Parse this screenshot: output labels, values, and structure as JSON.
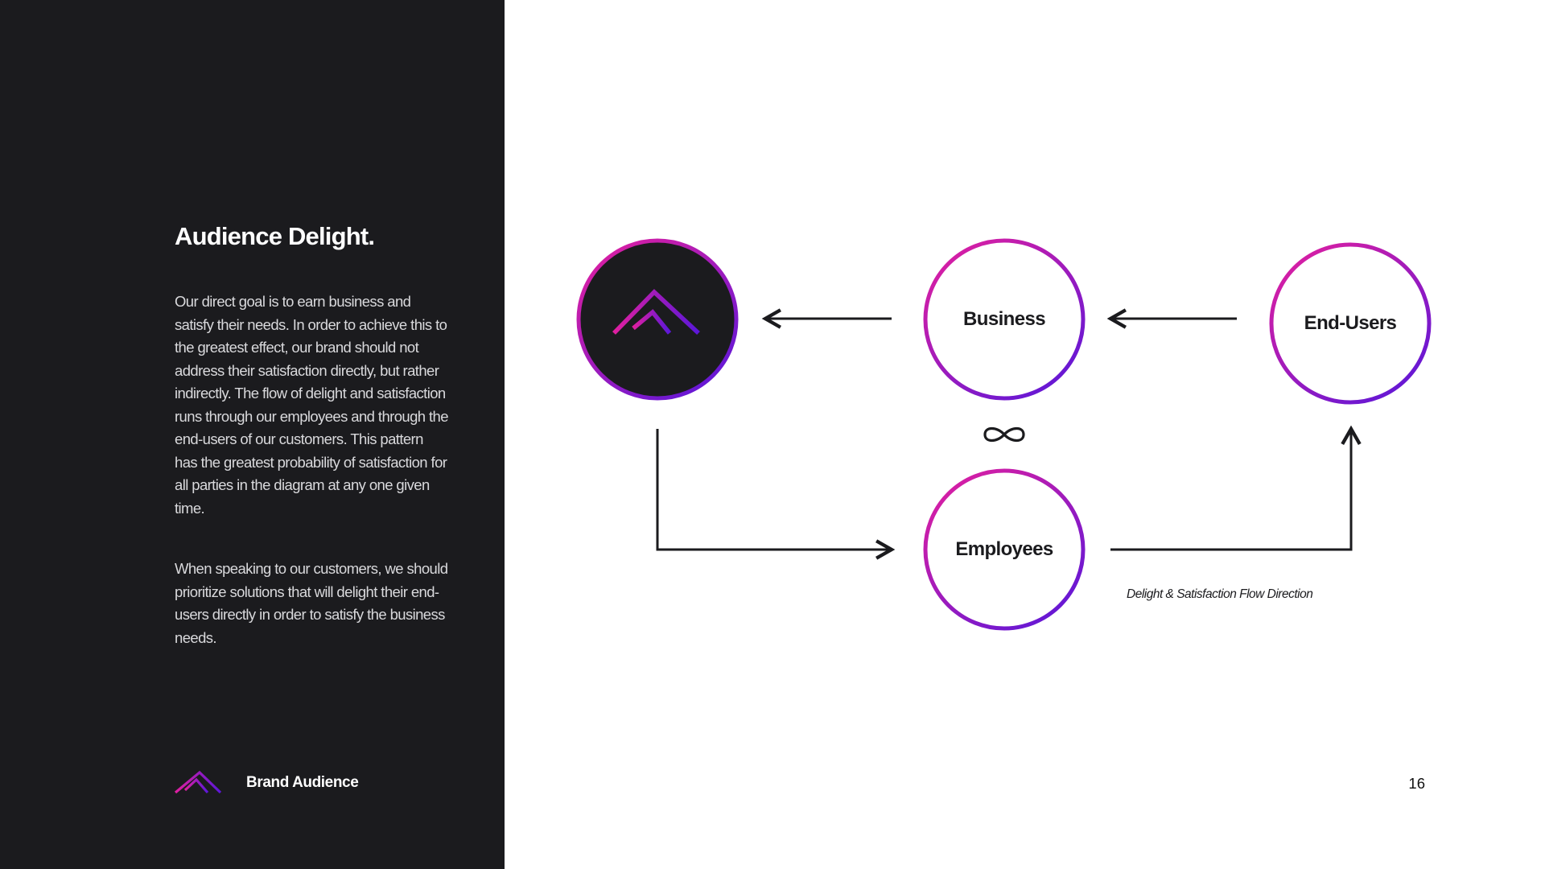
{
  "left": {
    "title": "Audience Delight.",
    "paragraph1": "Our direct goal is to earn business and satisfy their needs. In order to achieve this to the greatest effect, our brand should not address their satisfaction directly, but rather indirectly. The flow of delight and satisfaction runs through our employees and through the end-users of our customers. This pattern has the greatest probability of satisfaction for all parties in the diagram at any one given time.",
    "paragraph2": "When speaking to our customers, we should prioritize solutions that will delight their end-users directly in order to satisfy the business needs.",
    "footer_label": "Brand Audience"
  },
  "diagram": {
    "nodes": {
      "business": "Business",
      "end_users": "End-Users",
      "employees": "Employees"
    },
    "caption": "Delight & Satisfaction Flow Direction",
    "icons": {
      "logo": "brand-logo-icon",
      "infinity": "infinity-icon",
      "arrow": "arrow-icon"
    }
  },
  "page_number": "16",
  "colors": {
    "dark": "#1b1b1e",
    "gradient_start": "#e01fa0",
    "gradient_end": "#5b17d9",
    "background": "#ffffff"
  }
}
